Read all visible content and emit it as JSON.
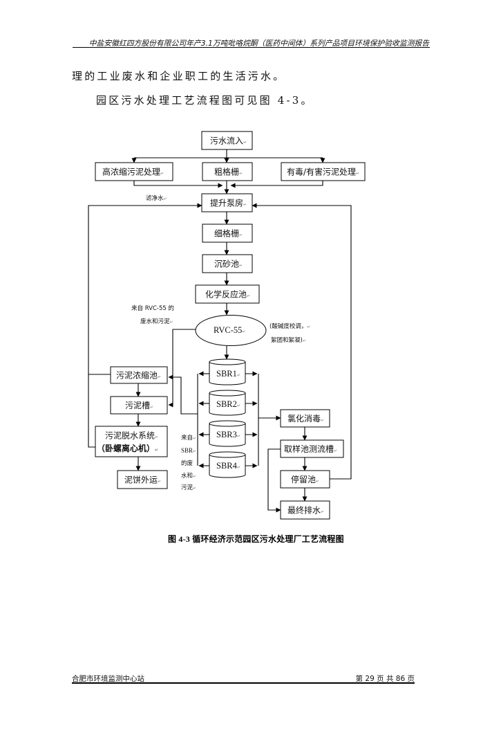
{
  "document": {
    "header": "中盐安徽红四方股份有限公司年产3.1万吨吡咯烷酮（医药中间体）系列产品项目环境保护验收监测报告",
    "body_lines": [
      "理的工业废水和企业职工的生活污水。",
      "园区污水处理工艺流程图可见图 4-3。"
    ],
    "caption": "图 4-3  循环经济示范园区污水处理厂工艺流程图",
    "footer": {
      "organization": "合肥市环境监测中心站",
      "page_info": "第 29 页 共 86 页"
    }
  },
  "flowchart": {
    "para_mark": "↵",
    "nodes": {
      "inflow": "污水流入",
      "high_conc_sludge": "高浓缩污泥处理",
      "coarse_screen": "粗格栅",
      "toxic_sludge": "有毒/有害污泥处理",
      "lift_pump": "提升泵房",
      "fine_screen": "细格栅",
      "grit_chamber": "沉砂池",
      "chem_reactor": "化学反应池",
      "rvc": "RVC-55",
      "sbr1": "SBR1",
      "sbr2": "SBR2",
      "sbr3": "SBR3",
      "sbr4": "SBR4",
      "sludge_thickener": "污泥浓缩池",
      "sludge_tank": "污泥槽",
      "dewatering_line1": "污泥脱水系统",
      "dewatering_line2": "（卧螺离心机）",
      "cake_out": "泥饼外运",
      "chlorination": "氯化消毒",
      "sampling": "取样池测流槽",
      "retention": "停留池",
      "final_discharge": "最终排水"
    },
    "notes": {
      "filtrate": "滤净水",
      "from_rvc_line1": "来自 RVC-55 的",
      "from_rvc_line2": "废水和污泥",
      "ph_line1": "(酸碱度校调，",
      "ph_line2": "絮团和絮凝)",
      "from_sbr": [
        "来自",
        "SBR",
        "的废",
        "水和",
        "污泥"
      ]
    }
  }
}
